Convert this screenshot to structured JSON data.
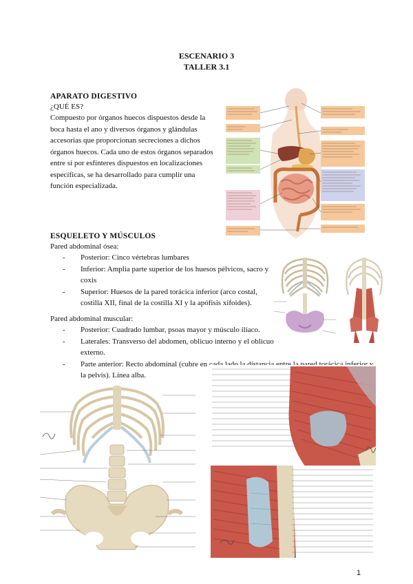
{
  "header": {
    "title": "ESCENARIO 3",
    "subtitle": "TALLER 3.1"
  },
  "digestive": {
    "heading": "APARATO DIGESTIVO",
    "question": "¿QUÉ ES?",
    "lines": [
      "Compuesto por órganos huecos dispuestos desde la",
      "boca hasta el ano y diversos órganos y glándulas",
      "accesorias que proporcionan secreciones a dichos",
      "órganos huecos. Cada uno de estos órganos separados",
      "entre sí por esfínteres dispuestos en localizaciones",
      "específicas, se ha desarrollado para cumplir una",
      "función especializada."
    ]
  },
  "skeleton": {
    "heading": "ESQUELETO Y MÚSCULOS",
    "bone_wall_title": "Pared abdominal ósea:",
    "bone_items": [
      "Posterior: Cinco vértebras lumbares",
      "Inferior: Amplia parte superior de los huesos pélvicos, sacro y coxis",
      "Superior: Huesos de la pared torácica inferior (arco costal, costilla XII, final de la costilla XI y la apófisis xifoides)."
    ],
    "muscle_wall_title": "Pared abdominal muscular:",
    "muscle_items": [
      "Posterior: Cuadrado lumbar, psoas mayor y músculo ilíaco.",
      "Laterales: Transverso del abdomen, oblicuo interno y el oblicuo externo.",
      "Parte anterior: Recto abdominal (cubre en cada lado la distancia entre la pared torácica inferior y la pelvis). Línea alba."
    ]
  },
  "page_number": "1",
  "colors": {
    "label_orange": "#f6c79a",
    "label_green": "#cfe3b5",
    "label_blue": "#cdd3ec",
    "label_pink": "#efcfd9",
    "bone": "#e8dcc0",
    "muscle": "#c9584a",
    "cartilage": "#bcd3de"
  }
}
